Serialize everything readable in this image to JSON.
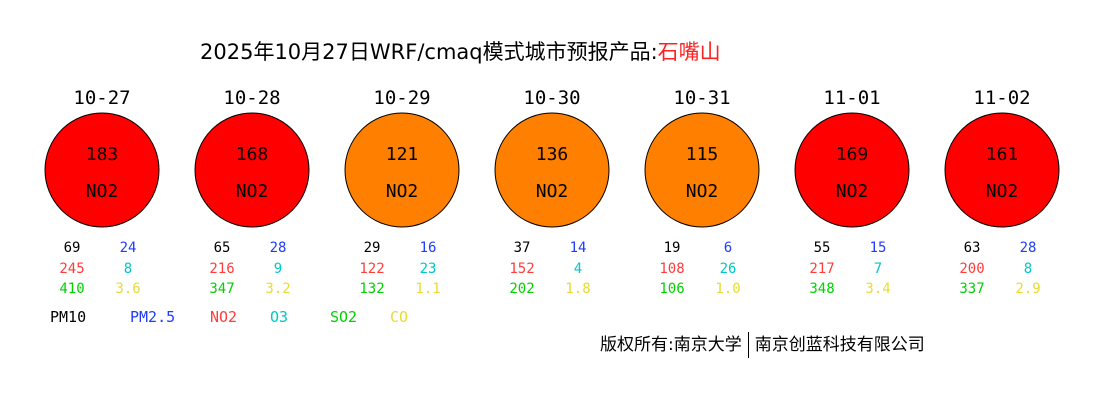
{
  "title": {
    "main": "2025年10月27日WRF/cmaq模式城市预报产品:",
    "site": "石嘴山"
  },
  "copyright": {
    "left": "版权所有:南京大学",
    "right": "南京创蓝科技有限公司"
  },
  "colors": {
    "red": "#ff0000",
    "orange": "#ff7f00",
    "PM10": "#000000",
    "PM2.5": "#1e3cff",
    "NO2": "#ff3c3c",
    "O3": "#00c8c8",
    "SO2": "#00d200",
    "CO": "#e6dc32"
  },
  "chart_data": {
    "type": "table",
    "title": "2025年10月27日WRF/cmaq模式城市预报产品:石嘴山",
    "legend": [
      "PM10",
      "PM2.5",
      "NO2",
      "O3",
      "SO2",
      "CO"
    ],
    "days": [
      {
        "date": "10-27",
        "aqi": 183,
        "primary": "NO2",
        "level_color": "red",
        "PM10": "69",
        "PM2.5": "24",
        "NO2": "245",
        "O3": "8",
        "SO2": "410",
        "CO": "3.6"
      },
      {
        "date": "10-28",
        "aqi": 168,
        "primary": "NO2",
        "level_color": "red",
        "PM10": "65",
        "PM2.5": "28",
        "NO2": "216",
        "O3": "9",
        "SO2": "347",
        "CO": "3.2"
      },
      {
        "date": "10-29",
        "aqi": 121,
        "primary": "NO2",
        "level_color": "orange",
        "PM10": "29",
        "PM2.5": "16",
        "NO2": "122",
        "O3": "23",
        "SO2": "132",
        "CO": "1.1"
      },
      {
        "date": "10-30",
        "aqi": 136,
        "primary": "NO2",
        "level_color": "orange",
        "PM10": "37",
        "PM2.5": "14",
        "NO2": "152",
        "O3": "4",
        "SO2": "202",
        "CO": "1.8"
      },
      {
        "date": "10-31",
        "aqi": 115,
        "primary": "NO2",
        "level_color": "orange",
        "PM10": "19",
        "PM2.5": "6",
        "NO2": "108",
        "O3": "26",
        "SO2": "106",
        "CO": "1.0"
      },
      {
        "date": "11-01",
        "aqi": 169,
        "primary": "NO2",
        "level_color": "red",
        "PM10": "55",
        "PM2.5": "15",
        "NO2": "217",
        "O3": "7",
        "SO2": "348",
        "CO": "3.4"
      },
      {
        "date": "11-02",
        "aqi": 161,
        "primary": "NO2",
        "level_color": "red",
        "PM10": "63",
        "PM2.5": "28",
        "NO2": "200",
        "O3": "8",
        "SO2": "337",
        "CO": "2.9"
      }
    ]
  }
}
